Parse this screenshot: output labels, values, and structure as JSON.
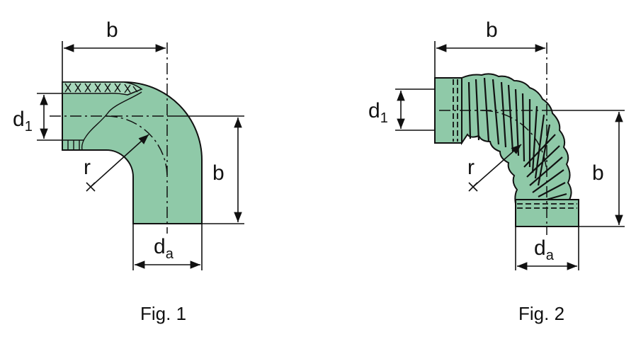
{
  "figures": [
    {
      "id": "fig1",
      "caption": "Fig. 1",
      "labels": {
        "b_top": "b",
        "b_side": "b",
        "d1_main": "d",
        "d1_sub": "1",
        "da_main": "d",
        "da_sub": "a",
        "r": "r"
      }
    },
    {
      "id": "fig2",
      "caption": "Fig. 2",
      "labels": {
        "b_top": "b",
        "b_side": "b",
        "d1_main": "d",
        "d1_sub": "1",
        "da_main": "d",
        "da_sub": "a",
        "r": "r"
      }
    }
  ],
  "colors": {
    "body": "#8fc9a8",
    "line": "#111111",
    "background": "#ffffff"
  }
}
